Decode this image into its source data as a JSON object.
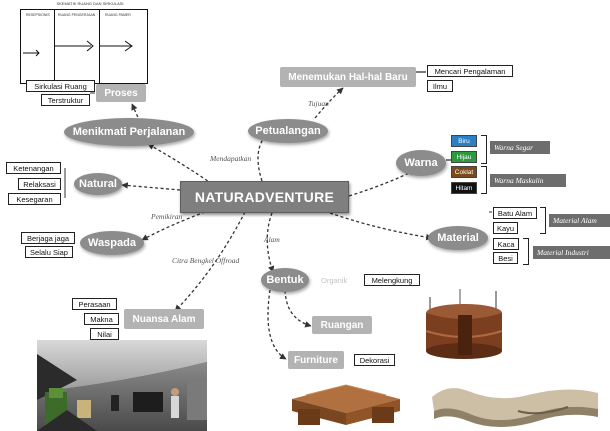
{
  "center": {
    "label": "NATURADVENTURE"
  },
  "nodes": {
    "menikmati": "Menikmati Perjalanan",
    "proses": "Proses",
    "natural": "Natural",
    "waspada": "Waspada",
    "nuansa_alam": "Nuansa Alam",
    "petualangan": "Petualangan",
    "menemukan": "Menemukan Hal-hal Baru",
    "warna": "Warna",
    "material": "Material",
    "bentuk": "Bentuk",
    "ruangan": "Ruangan",
    "furniture": "Furniture"
  },
  "boxes": {
    "proses": [
      "Sirkulasi Ruang",
      "Terstruktur"
    ],
    "natural": [
      "Ketenangan",
      "Relaksasi",
      "Kesegaran"
    ],
    "waspada": [
      "Berjaga jaga",
      "Selalu Siap"
    ],
    "nuansa": [
      "Perasaan",
      "Makna",
      "Nilai"
    ],
    "menemukan": [
      "Mencari Pengalaman",
      "Ilmu"
    ],
    "material_alam": [
      "Batu Alam",
      "Kayu"
    ],
    "material_industri": [
      "Kaca",
      "Besi"
    ],
    "bentuk_melengkung": "Melengkung",
    "furniture_dekorasi": "Dekorasi"
  },
  "edge_labels": {
    "mendapatkan": "Mendapatkan",
    "tujuan": "Tujuan",
    "pemikiran": "Pemikiran",
    "alam": "Alam",
    "citra": "Citra Bengkel Offroad",
    "organik": "Organik"
  },
  "warna": {
    "swatches": [
      {
        "label": "Biru",
        "color": "#2b7fc4"
      },
      {
        "label": "Hijau",
        "color": "#2e9a3e"
      },
      {
        "label": "Coklat",
        "color": "#7a4a1c"
      },
      {
        "label": "Hitam",
        "color": "#111111"
      }
    ],
    "tags": [
      "Warna Segar",
      "Warna Maskulin"
    ]
  },
  "material_tags": [
    "Material Alam",
    "Material Industri"
  ],
  "plan_header": "SKEMATIK RUANG DAN SIRKULASI",
  "plan_labels": [
    "RESEPSIONIS",
    "RUANG PENGERJAAN",
    "RUANG PAMER"
  ],
  "colors": {
    "center_node": "#7f7f7f",
    "branch_node": "#8c8c8c",
    "leaf_node": "#b3b3b3",
    "connector": "#333333"
  }
}
